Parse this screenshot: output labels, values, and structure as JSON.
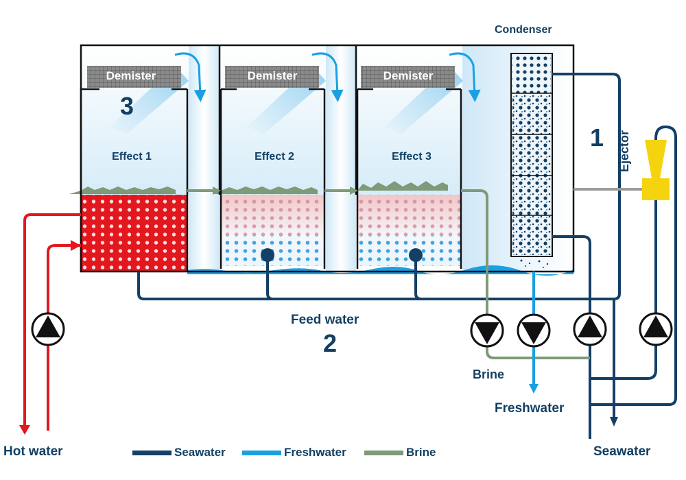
{
  "title": "",
  "colors": {
    "seawater": "#143f66",
    "freshwater": "#1a9fe3",
    "brine": "#7e9a78",
    "hot_water": "#e3171e",
    "ejector": "#f5d40f"
  },
  "condenser_label": "Condenser",
  "ejector_label": "Ejector",
  "effects": [
    {
      "name": "Effect 1",
      "demister": "Demister"
    },
    {
      "name": "Effect 2",
      "demister": "Demister"
    },
    {
      "name": "Effect 3",
      "demister": "Demister"
    }
  ],
  "step_numbers": {
    "one": "1",
    "two": "2",
    "three": "3"
  },
  "feed_water_label": "Feed water",
  "io_labels": {
    "hot_water": "Hot water",
    "brine": "Brine",
    "freshwater": "Freshwater",
    "seawater": "Seawater"
  },
  "legend": [
    {
      "label": "Seawater",
      "color": "#143f66"
    },
    {
      "label": "Freshwater",
      "color": "#1a9fe3"
    },
    {
      "label": "Brine",
      "color": "#7e9a78"
    }
  ],
  "icons": [
    "pump-icon",
    "ejector-icon",
    "demister-icon",
    "flow-arrow-icon"
  ]
}
